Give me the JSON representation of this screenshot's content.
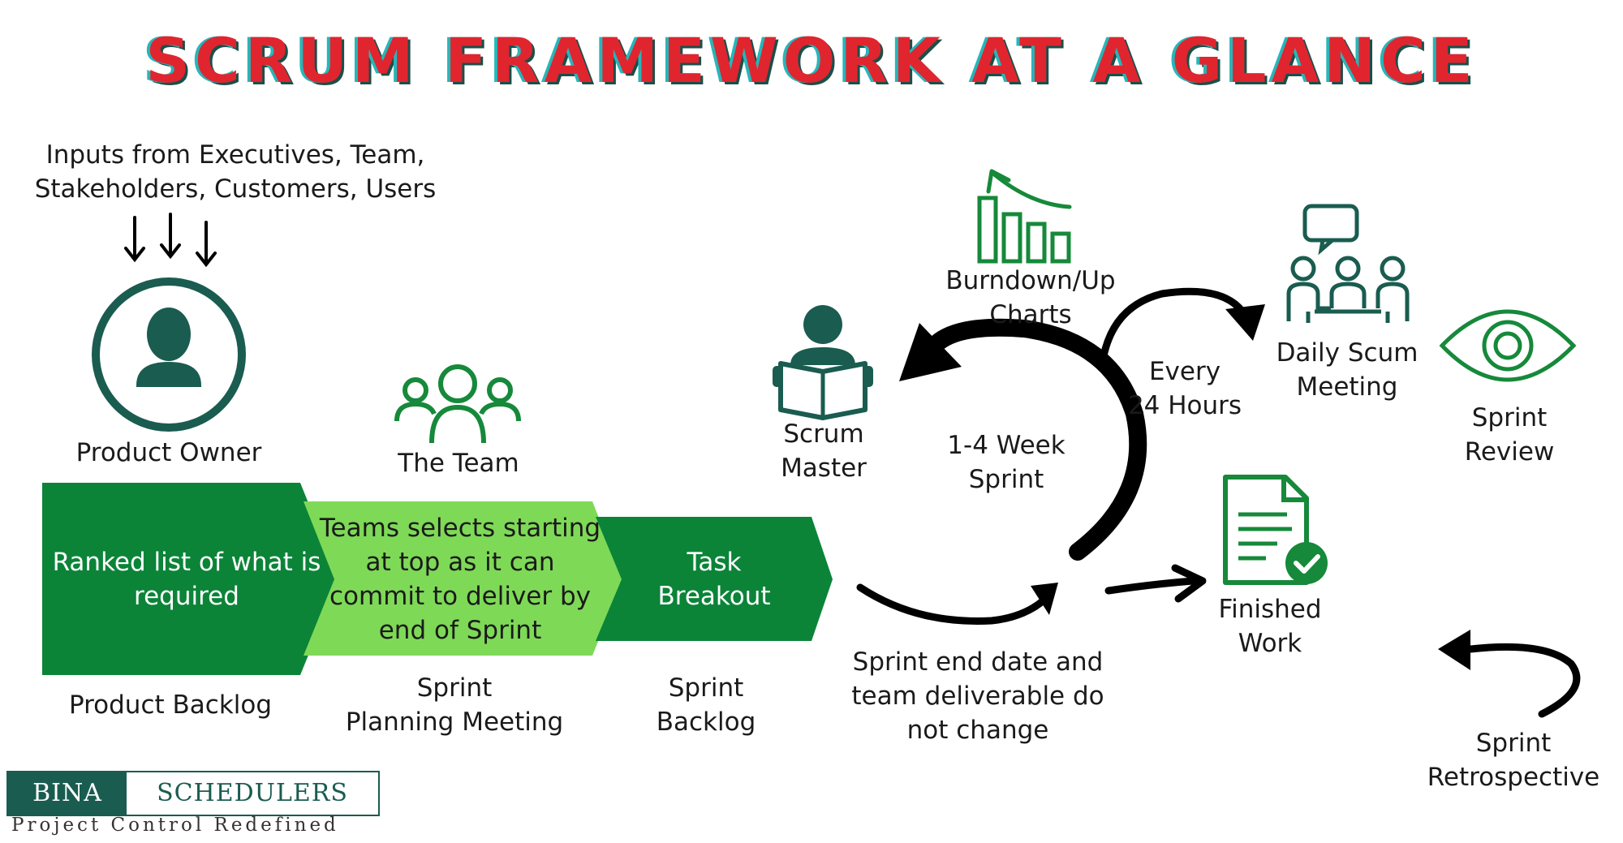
{
  "title": "SCRUM FRAMEWORK AT A GLANCE",
  "colors": {
    "title_red": "#e0252f",
    "title_cyan": "#27b6b9",
    "title_shadow": "#1a4f4a",
    "dark_green": "#0b8438",
    "light_green": "#7ed957",
    "teal": "#1a5c50",
    "icon_green": "#16893a"
  },
  "inputs_label": "Inputs from Executives, Team,\nStakeholders, Customers, Users",
  "product_owner": {
    "label": "Product Owner",
    "icon": "person-circle-icon"
  },
  "the_team": {
    "label": "The Team",
    "icon": "team-icon"
  },
  "backlog_ribbon": {
    "product_backlog_text": "Ranked list of what is\nrequired",
    "sprint_planning_text": "Teams selects starting\nat top as it can\ncommit to deliver by\nend of Sprint",
    "sprint_backlog_text": "Task\nBreakout"
  },
  "captions": {
    "product_backlog": "Product Backlog",
    "sprint_planning": "Sprint\nPlanning Meeting",
    "sprint_backlog": "Sprint\nBacklog"
  },
  "scrum_master": {
    "label": "Scrum\nMaster",
    "icon": "reader-icon"
  },
  "burndown": {
    "label": "Burndown/Up\nCharts",
    "icon": "bar-chart-icon"
  },
  "sprint_length": "1-4 Week\nSprint",
  "every_24_hours": "Every\n24 Hours",
  "daily_scrum": {
    "label": "Daily Scum\nMeeting",
    "icon": "meeting-icon"
  },
  "sprint_review": {
    "label": "Sprint\nReview",
    "icon": "eye-icon"
  },
  "finished_work": {
    "label": "Finished\nWork",
    "icon": "document-check-icon"
  },
  "sprint_end_note": "Sprint end date and\nteam deliverable do\nnot change",
  "sprint_retrospective": "Sprint\nRetrospective",
  "logo": {
    "left": "BINA",
    "right": "SCHEDULERS",
    "tagline": "Project Control Redefined"
  }
}
